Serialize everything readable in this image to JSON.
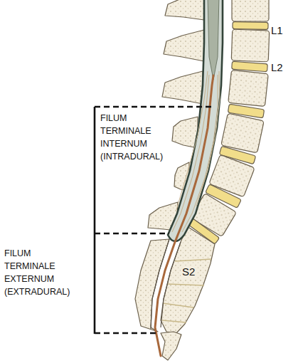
{
  "diagram": {
    "labels": [
      "L1",
      "L2",
      "S2",
      "FILUM TERMINALE INTERNUM (INTRADURAL)",
      "FILUM TERMINALE EXTERNUM (EXTRADURAL)"
    ]
  }
}
